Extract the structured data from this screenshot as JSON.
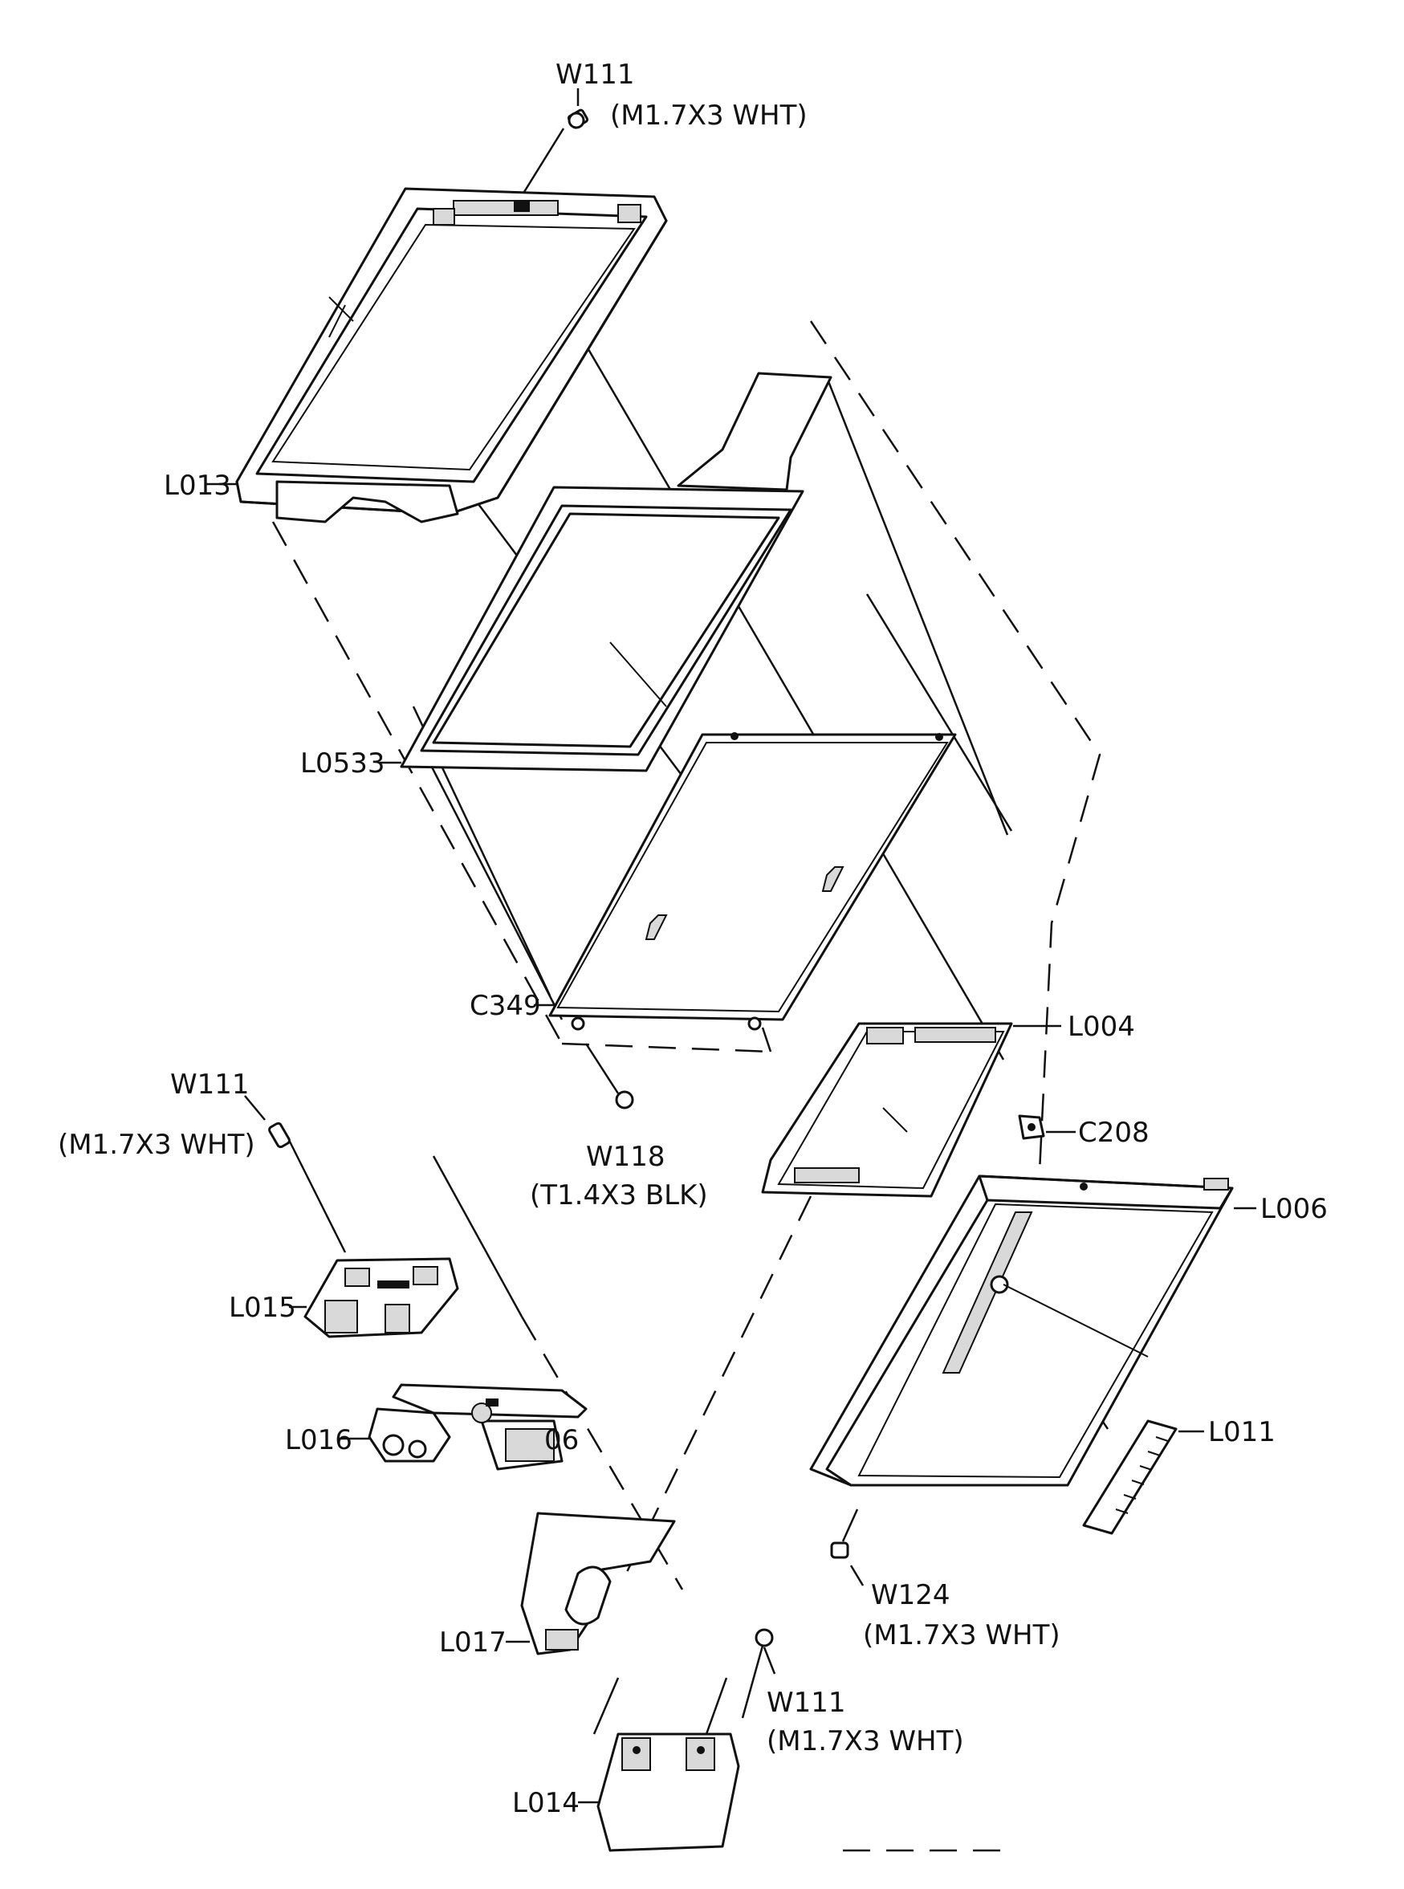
{
  "parts": [
    {
      "id": "W111_top",
      "code": "W111",
      "spec": "(M1.7X3 WHT)"
    },
    {
      "id": "L013",
      "code": "L013"
    },
    {
      "id": "L0533",
      "code": "L0533"
    },
    {
      "id": "C349",
      "code": "C349"
    },
    {
      "id": "W118",
      "code": "W118",
      "spec": "(T1.4X3 BLK)"
    },
    {
      "id": "L004",
      "code": "L004"
    },
    {
      "id": "C208",
      "code": "C208"
    },
    {
      "id": "L006",
      "code": "L006"
    },
    {
      "id": "W111_left",
      "code": "W111",
      "spec": "(M1.7X3 WHT)"
    },
    {
      "id": "L015",
      "code": "L015"
    },
    {
      "id": "L016",
      "code": "L016"
    },
    {
      "id": "L016_suffix",
      "code": "06"
    },
    {
      "id": "L011",
      "code": "L011"
    },
    {
      "id": "L017",
      "code": "L017"
    },
    {
      "id": "W124",
      "code": "W124",
      "spec": "(M1.7X3 WHT)"
    },
    {
      "id": "W111_bottom",
      "code": "W111",
      "spec": "(M1.7X3 WHT)"
    },
    {
      "id": "L014",
      "code": "L014"
    }
  ]
}
